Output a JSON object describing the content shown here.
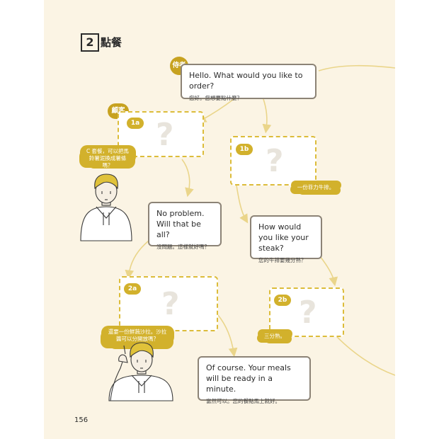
{
  "section": {
    "number": "2",
    "title": "點餐"
  },
  "waiter": {
    "role": "侍者",
    "line_en": "Hello. What would you like to order?",
    "line_zh": "您好。您想要點什麼？"
  },
  "customer_role": "顧客",
  "choice_1a": {
    "badge": "1a",
    "placeholder": "?",
    "hint": "C 套餐，可以把馬鈴薯泥換成薯條嗎？"
  },
  "choice_1b": {
    "badge": "1b",
    "placeholder": "?",
    "hint": "一份菲力牛排。"
  },
  "reply_1a": {
    "en": "No problem. Will that be all?",
    "zh": "沒問題。這樣就好嗎？"
  },
  "reply_1b": {
    "en": "How would you like your steak?",
    "zh": "您的牛排要幾分熟？"
  },
  "choice_2a": {
    "badge": "2a",
    "placeholder": "?",
    "hint": "還要一份鮮蔬沙拉。沙拉醬可以分開放嗎？"
  },
  "choice_2b": {
    "badge": "2b",
    "placeholder": "?",
    "hint": "三分熟。"
  },
  "final_reply": {
    "en": "Of course. Your meals will be ready in a minute.",
    "zh": "當然可以。您的餐點馬上就好。"
  },
  "page_number": "156",
  "colors": {
    "page_bg": "#fbf4e4",
    "accent": "#d2b12c",
    "box_border": "#8c8376",
    "arrow": "#ead58a"
  }
}
